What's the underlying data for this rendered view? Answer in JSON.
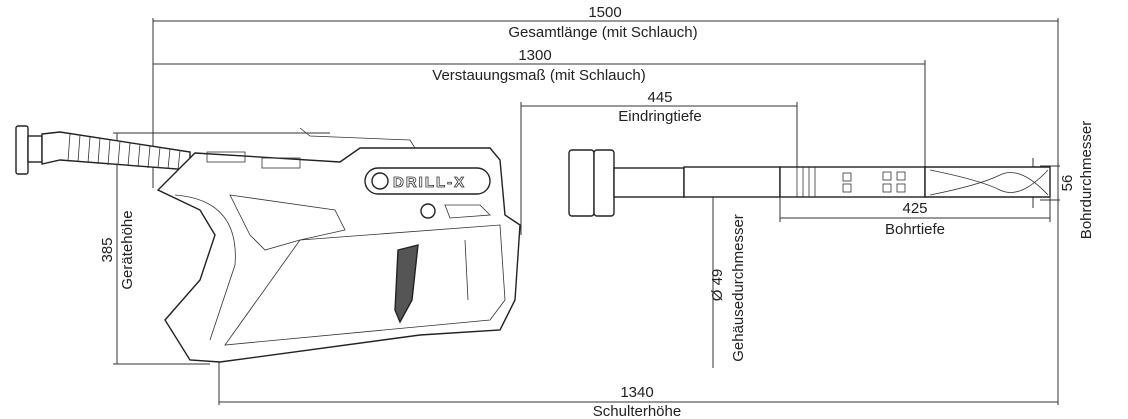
{
  "product_logo": "DRILL-X",
  "dimensions": {
    "total_length": {
      "value": "1500",
      "label": "Gesamtlänge (mit Schlauch)"
    },
    "stowage": {
      "value": "1300",
      "label": "Verstauungsmaß (mit Schlauch)"
    },
    "penetration": {
      "value": "445",
      "label": "Eindringtiefe"
    },
    "device_height": {
      "value": "385",
      "label": "Gerätehöhe"
    },
    "housing_diameter": {
      "value": "Ø 49",
      "label": "Gehäusedurchmesser"
    },
    "drill_depth": {
      "value": "425",
      "label": "Bohrtiefe"
    },
    "drill_diameter": {
      "value": "56",
      "label": "Bohrdurchmesser"
    },
    "shoulder_height": {
      "value": "1340",
      "label": "Schulterhöhe"
    }
  }
}
